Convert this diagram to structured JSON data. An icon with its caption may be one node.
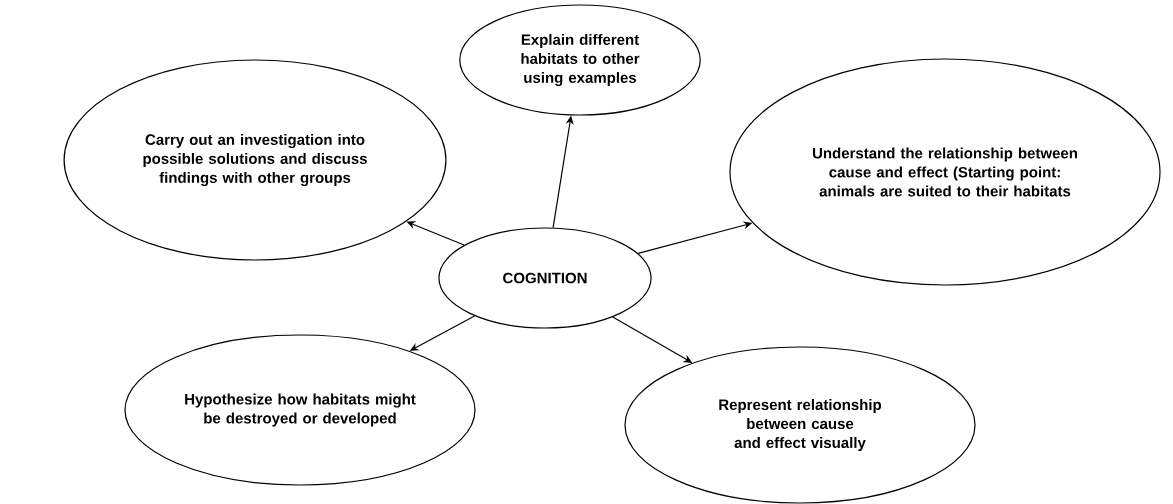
{
  "diagram": {
    "nodes": [
      {
        "text": [
          "COGNITION"
        ]
      },
      {
        "text": [
          "Explain different habitats to other using examples"
        ]
      },
      {
        "text": [
          "Carry out an investigation into possible solutions and discuss findings with other groups"
        ]
      },
      {
        "text": [
          "Understand the relationship between cause and effect (Starting point: animals are suited to their habitats"
        ]
      },
      {
        "text": [
          "Hypothesize how habitats might be destroyed or developed"
        ]
      },
      {
        "text": [
          "Represent relationship between cause and effect visually"
        ]
      }
    ],
    "edges": [
      {
        "from": 0,
        "to": 1,
        "arrow": "to"
      },
      {
        "from": 0,
        "to": 2,
        "arrow": "to"
      },
      {
        "from": 0,
        "to": 3,
        "arrow": "to"
      },
      {
        "from": 0,
        "to": 4,
        "arrow": "to"
      },
      {
        "from": 0,
        "to": 5,
        "arrow": "to"
      }
    ]
  }
}
